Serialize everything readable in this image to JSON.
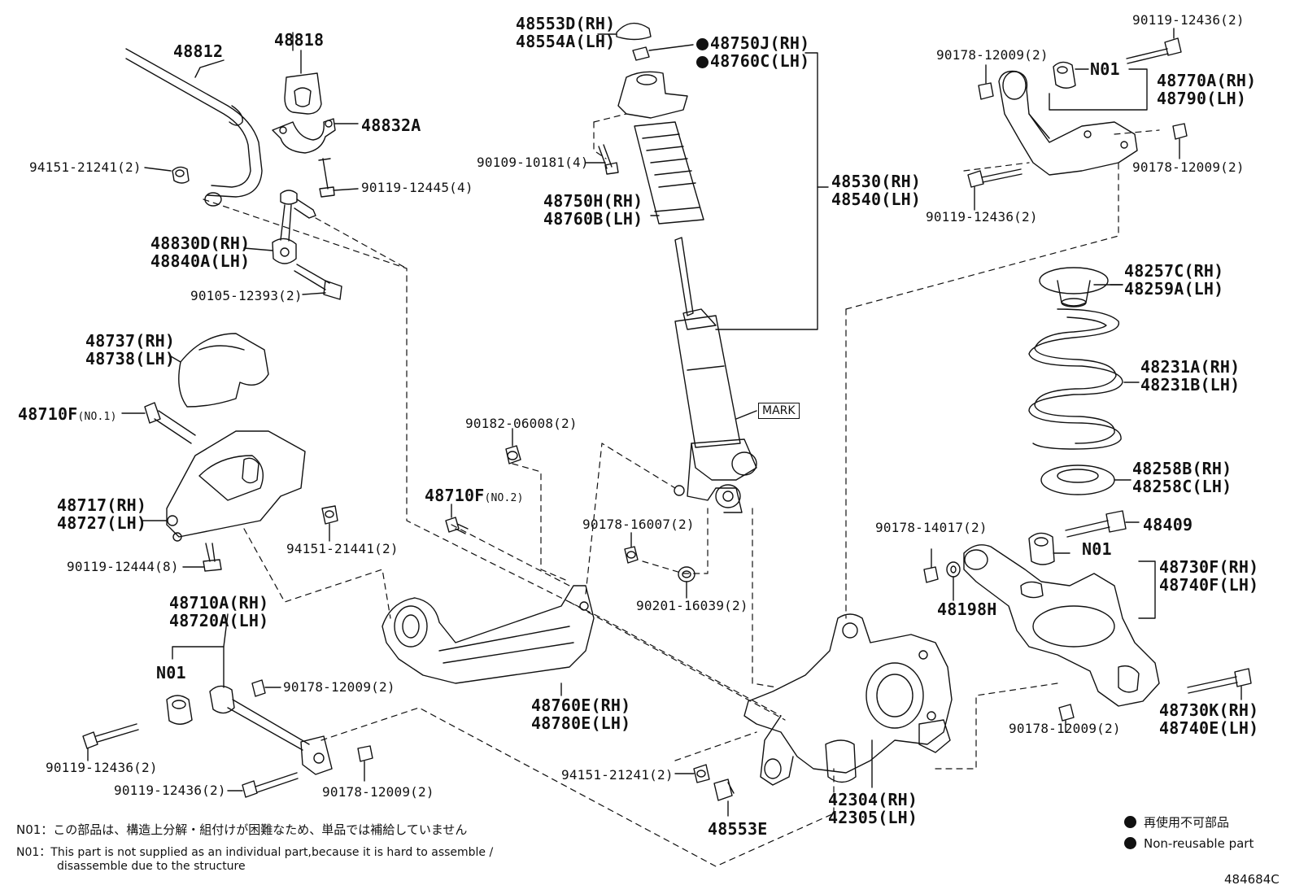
{
  "colors": {
    "ink": "#111111",
    "paper": "#ffffff"
  },
  "labels": {
    "p48553D": "48553D(RH)",
    "p48554A": "48554A(LH)",
    "p48750J": "48750J(RH)",
    "p48760C": "48760C(LH)",
    "p48812": "48812",
    "p48818": "48818",
    "p48832A": "48832A",
    "p94151_21241_a": "94151-21241(2)",
    "p90119_12445": "90119-12445(4)",
    "p90109_10181": "90109-10181(4)",
    "p48750H": "48750H(RH)",
    "p48760B": "48760B(LH)",
    "p48830D": "48830D(RH)",
    "p48840A": "48840A(LH)",
    "p90105_12393": "90105-12393(2)",
    "p48530": "48530(RH)",
    "p48540": "48540(LH)",
    "p90119_12436_a": "90119-12436(2)",
    "p90178_12009_a": "90178-12009(2)",
    "n01_a": "N01",
    "p48770A": "48770A(RH)",
    "p48790": "48790(LH)",
    "p90178_12009_b": "90178-12009(2)",
    "p90119_12436_b": "90119-12436(2)",
    "p48257C": "48257C(RH)",
    "p48259A": "48259A(LH)",
    "p48231A": "48231A(RH)",
    "p48231B": "48231B(LH)",
    "p48258B": "48258B(RH)",
    "p48258C": "48258C(LH)",
    "p48737": "48737(RH)",
    "p48738": "48738(LH)",
    "p48710F_1": "48710F",
    "p48710F_1_sub": "(NO.1)",
    "mark": "MARK",
    "p90182_06008": "90182-06008(2)",
    "p48717": "48717(RH)",
    "p48727": "48727(LH)",
    "p48710F_2": "48710F",
    "p48710F_2_sub": "(NO.2)",
    "p94151_21441": "94151-21441(2)",
    "p90178_16007": "90178-16007(2)",
    "p90178_14017": "90178-14017(2)",
    "p48409": "48409",
    "n01_b": "N01",
    "p48730F": "48730F(RH)",
    "p48740F": "48740F(LH)",
    "p90119_12444": "90119-12444(8)",
    "p48198H": "48198H",
    "p90201_16039": "90201-16039(2)",
    "p48710A": "48710A(RH)",
    "p48720A": "48720A(LH)",
    "n01_c": "N01",
    "p90178_12009_c": "90178-12009(2)",
    "p48760E": "48760E(RH)",
    "p48780E": "48780E(LH)",
    "p48730K": "48730K(RH)",
    "p48740E": "48740E(LH)",
    "p90178_12009_d": "90178-12009(2)",
    "p90119_12436_c": "90119-12436(2)",
    "p94151_21241_b": "94151-21241(2)",
    "p42304": "42304(RH)",
    "p42305": "42305(LH)",
    "p90119_12436_d": "90119-12436(2)",
    "p90178_12009_e": "90178-12009(2)",
    "p48553E": "48553E"
  },
  "notes": {
    "jp": "N01：この部品は、構造上分解・組付けが困難なため、単品では補給していません",
    "en1": "N01：This part is not supplied as an individual part,because it is hard to assemble /",
    "en2": "disassemble due to the structure"
  },
  "legend": {
    "jp": "再使用不可部品",
    "en": "Non-reusable part"
  },
  "figure_code": "484684C"
}
